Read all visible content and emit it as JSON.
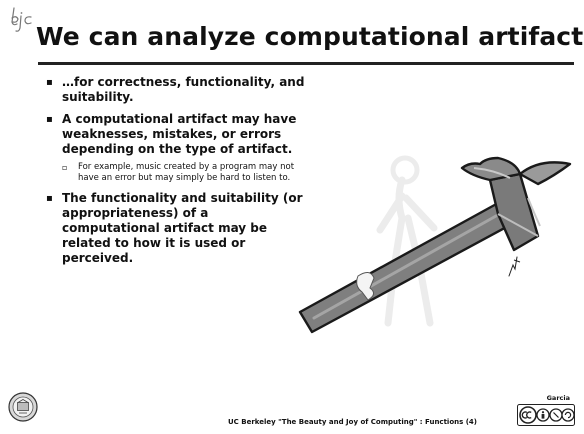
{
  "slide": {
    "logo_text": "bjc",
    "title": "We can analyze computational artifacts…",
    "bullets": [
      {
        "text": "…for correctness, functionality, and suitability."
      },
      {
        "text": "A computational artifact may have weaknesses, mistakes, or errors depending on the type of artifact."
      },
      {
        "text": "For example, music created by a program may not have an error but may simply be hard to listen to."
      },
      {
        "text": "The functionality and suitability (or appropriateness) of a computational artifact may be related to how it is used or perceived."
      }
    ],
    "illustration": "hammer-illustration",
    "footer": "UC Berkeley \"The Beauty and Joy of Computing\" : Functions (4)",
    "author": "Garcia",
    "license_badge": "cc by-nc-sa"
  }
}
